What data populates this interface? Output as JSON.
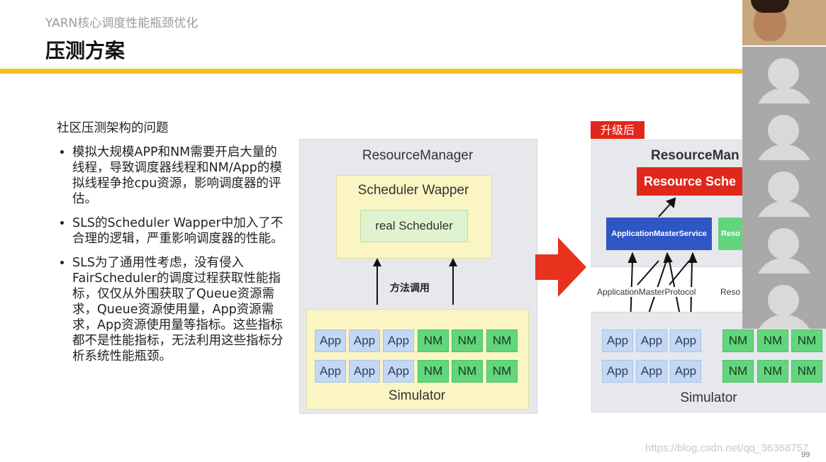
{
  "header": {
    "subtitle": "YARN核心调度性能瓶颈优化",
    "title": "压测方案"
  },
  "left_text": {
    "heading": "社区压测架构的问题",
    "bullets": [
      "模拟大规模APP和NM需要开启大量的线程，导致调度器线程和NM/App的模拟线程争抢cpu资源，影响调度器的评估。",
      "SLS的Scheduler Wapper中加入了不合理的逻辑，严重影响调度器的性能。",
      "SLS为了通用性考虑，没有侵入FairScheduler的调度过程获取性能指标，仅仅从外围获取了Queue资源需求，Queue资源使用量，App资源需求，App资源使用量等指标。这些指标都不是性能指标，无法利用这些指标分析系统性能瓶颈。"
    ]
  },
  "diagram_before": {
    "rm_label": "ResourceManager",
    "wrapper_label": "Scheduler Wapper",
    "real_label": "real Scheduler",
    "call_label": "方法调用",
    "simulator_label": "Simulator",
    "row1": [
      "App",
      "App",
      "App",
      "NM",
      "NM",
      "NM"
    ],
    "row2": [
      "App",
      "App",
      "App",
      "NM",
      "NM",
      "NM"
    ]
  },
  "diagram_after": {
    "badge": "升级后",
    "rm_label": "ResourceMan",
    "scheduler_label": "Resource Sche",
    "ams_label": "ApplicationMasterService",
    "rt_label": "Reso",
    "protocol_label": "ApplicationMasterProtocol",
    "protocol2_label": "Reso",
    "simulator_label": "Simulator",
    "row1": [
      "App",
      "App",
      "App",
      "NM",
      "NM",
      "NM"
    ],
    "row2": [
      "App",
      "App",
      "App",
      "NM",
      "NM",
      "NM"
    ]
  },
  "footer": {
    "page_number": "99",
    "watermark": "https://blog.csdn.net/qq_36368757"
  },
  "colors": {
    "accent_yellow": "#f3c21c",
    "arrow_red": "#e8321e",
    "scheduler_red": "#e0271b",
    "ams_blue": "#2e56c4"
  }
}
